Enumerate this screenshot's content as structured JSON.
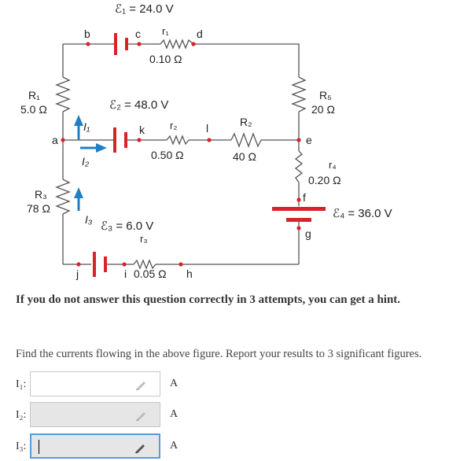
{
  "circuit": {
    "emf1": "ℰ₁ = 24.0 V",
    "emf2": "ℰ₂ = 48.0 V",
    "emf3": "ℰ₃ = 6.0 V",
    "emf4": "ℰ₄ = 36.0 V",
    "r1_name": "r₁",
    "r1_val": "0.10 Ω",
    "r2_name": "r₂",
    "r2_val": "0.50 Ω",
    "r3_name": "r₃",
    "r3_val": "0.05 Ω",
    "r4_name": "r₄",
    "r4_val": "0.20 Ω",
    "R1_name": "R₁",
    "R1_val": "5.0 Ω",
    "R2_name": "R₂",
    "R2_val": "40 Ω",
    "R3_name": "R₃",
    "R3_val": "78 Ω",
    "R5_name": "R₅",
    "R5_val": "20 Ω",
    "I1": "I₁",
    "I2": "I₂",
    "I3": "I₃",
    "nodes": {
      "a": "a",
      "b": "b",
      "c": "c",
      "d": "d",
      "e": "e",
      "f": "f",
      "g": "g",
      "h": "h",
      "i": "i",
      "j": "j",
      "k": "k",
      "l": "l"
    }
  },
  "hint_text": "If you do not answer this question correctly in 3 attempts, you can get a hint.",
  "prompt_text": "Find the currents flowing in the above figure. Report your results to 3 significant figures.",
  "answers": [
    {
      "label": "I₁:",
      "value": "",
      "unit": "A"
    },
    {
      "label": "I₂:",
      "value": "",
      "unit": "A"
    },
    {
      "label": "I₃:",
      "value": "",
      "unit": "A"
    }
  ],
  "colors": {
    "battery": "#d8232a",
    "arrow": "#1f7fc6",
    "node": "#d8232a",
    "active_border": "#5a9bd8"
  }
}
